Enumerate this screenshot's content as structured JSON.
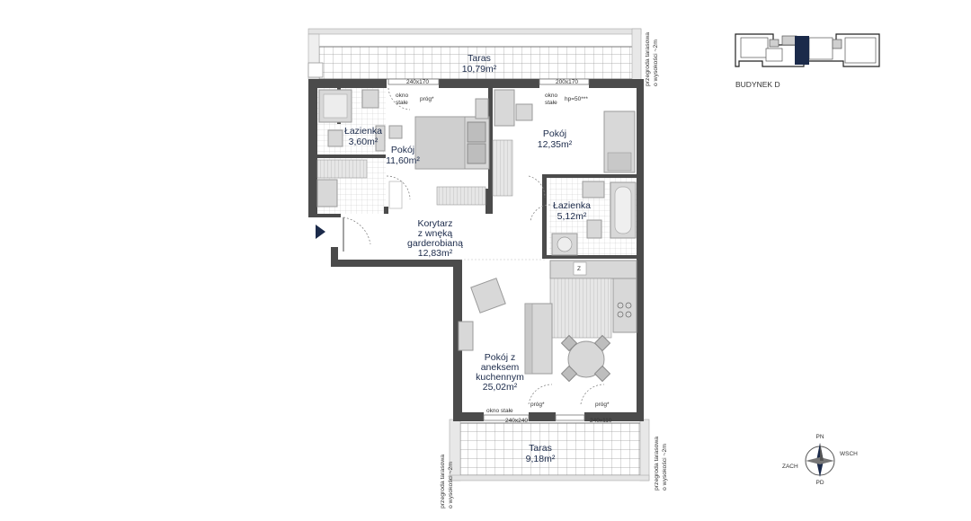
{
  "building_label": "BUDYNEK D",
  "rooms": [
    {
      "id": "taras-top",
      "name": "Taras",
      "area": "10,79m²"
    },
    {
      "id": "lazienka-small",
      "name": "Łazienka",
      "area": "3,60m²"
    },
    {
      "id": "pokoj-1",
      "name": "Pokój",
      "area": "11,60m²"
    },
    {
      "id": "pokoj-2",
      "name": "Pokój",
      "area": "12,35m²"
    },
    {
      "id": "lazienka-2",
      "name": "Łazienka",
      "area": "5,12m²"
    },
    {
      "id": "korytarz",
      "name_lines": [
        "Korytarz",
        "z wnęką",
        "garderobianą"
      ],
      "area": "12,83m²"
    },
    {
      "id": "pokoj-aneks",
      "name_lines": [
        "Pokój z",
        "aneksem",
        "kuchennym"
      ],
      "area": "25,02m²"
    },
    {
      "id": "taras-bottom",
      "name": "Taras",
      "area": "9,18m²"
    }
  ],
  "annotations": {
    "window_top_left": "240x170",
    "window_top_right": "200x170",
    "okno_stale_1": [
      "okno",
      "stałe"
    ],
    "okno_stale_2": [
      "okno",
      "stałe"
    ],
    "okno_stale_bottom": "okno stałe",
    "prog_1": "próg*",
    "hp_note": "hp=50***",
    "prog_bottom_1": "próg*",
    "prog_bottom_2": "próg*",
    "window_bottom_left": "240x240",
    "window_bottom_right": "240x110",
    "fridge_mark": "Z",
    "partition_top_right": [
      "przegroda tarasowa",
      "o wysokości ~2m"
    ],
    "partition_bottom_right": [
      "przegroda tarasowa",
      "o wysokości ~2m"
    ],
    "partition_bottom_left": [
      "przegroda tarasowa",
      "o wysokości ~2m"
    ]
  },
  "compass": {
    "n": "PN",
    "e": "WSCH",
    "w": "ZACH",
    "s": "PD"
  },
  "colors": {
    "accent": "#1b2a4a",
    "wall": "#4b4b4b",
    "furniture": "#d8d8d8"
  }
}
